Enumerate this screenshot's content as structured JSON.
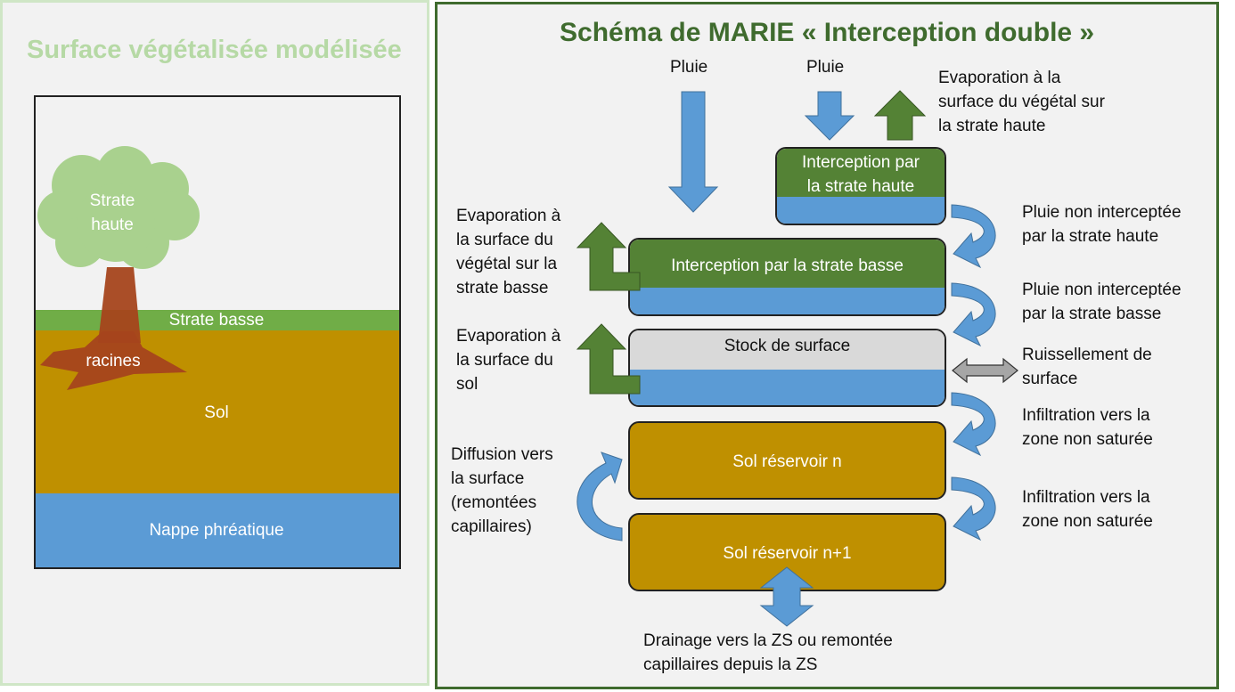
{
  "left_panel": {
    "title": "Surface végétalisée modélisée",
    "strate_haute": "Strate\nhaute",
    "strate_basse": "Strate basse",
    "racines": "racines",
    "sol": "Sol",
    "nappe": "Nappe phréatique"
  },
  "right_panel": {
    "title": "Schéma de MARIE « Interception double »",
    "pluie_1": "Pluie",
    "pluie_2": "Pluie",
    "evap_haute": "Evaporation à la\nsurface du végétal sur\nla strate haute",
    "interception_haute": "Interception par\nla strate haute",
    "pluie_non_haute": "Pluie non interceptée\npar la strate haute",
    "evap_basse": "Evaporation à\nla surface du\nvégétal sur la\nstrate basse",
    "interception_basse": "Interception par la strate basse",
    "pluie_non_basse": "Pluie non interceptée\npar la strate basse",
    "evap_sol": "Evaporation à\nla surface du\nsol",
    "stock_surface": "Stock de surface",
    "ruissellement": "Ruissellement de\nsurface",
    "infiltration_1": "Infiltration vers la\nzone non saturée",
    "sol_n": "Sol réservoir n",
    "diffusion": "Diffusion vers\nla surface\n(remontées\ncapillaires)",
    "infiltration_2": "Infiltration vers la\nzone non saturée",
    "sol_n1": "Sol réservoir n+1",
    "drainage": "Drainage vers la ZS ou remontée\ncapillaires depuis la ZS"
  },
  "colors": {
    "green": "#548235",
    "light_green": "#b6d9a5",
    "blue": "#5b9bd5",
    "soil": "#bf9000",
    "root": "#a5441c",
    "grey": "#d9d9d9",
    "frame_dark": "#3f6b2e"
  }
}
